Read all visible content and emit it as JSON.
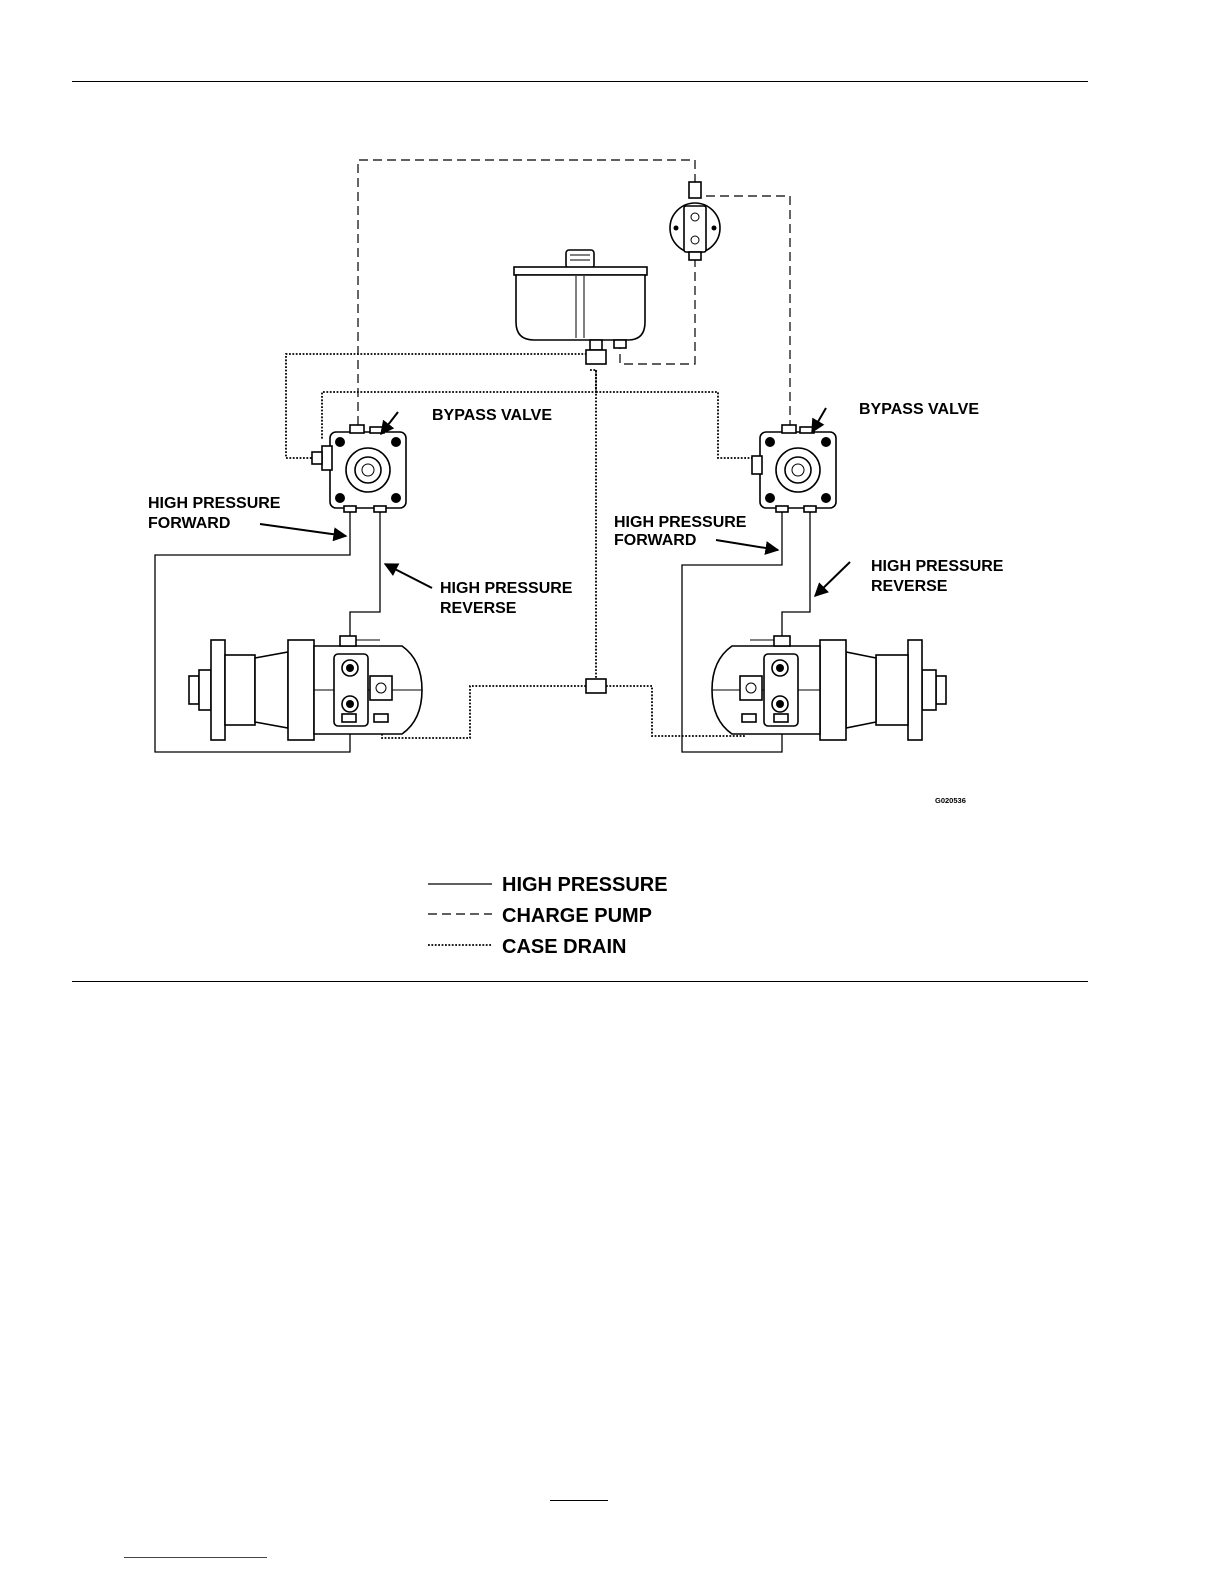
{
  "labels": {
    "bypass_left": "BYPASS VALVE",
    "bypass_right": "BYPASS VALVE",
    "hp_forward_left": [
      "HIGH PRESSURE",
      "FORWARD"
    ],
    "hp_reverse_left": [
      "HIGH PRESSURE",
      "REVERSE"
    ],
    "hp_forward_right": [
      "HIGH PRESSURE",
      "FORWARD"
    ],
    "hp_reverse_right": [
      "HIGH PRESSURE",
      "REVERSE"
    ],
    "figure_code": "G020536"
  },
  "legend": {
    "items": [
      {
        "label": "HIGH PRESSURE",
        "line_style": "solid"
      },
      {
        "label": "CHARGE PUMP",
        "line_style": "dashed"
      },
      {
        "label": "CASE DRAIN",
        "line_style": "dotted"
      }
    ]
  }
}
